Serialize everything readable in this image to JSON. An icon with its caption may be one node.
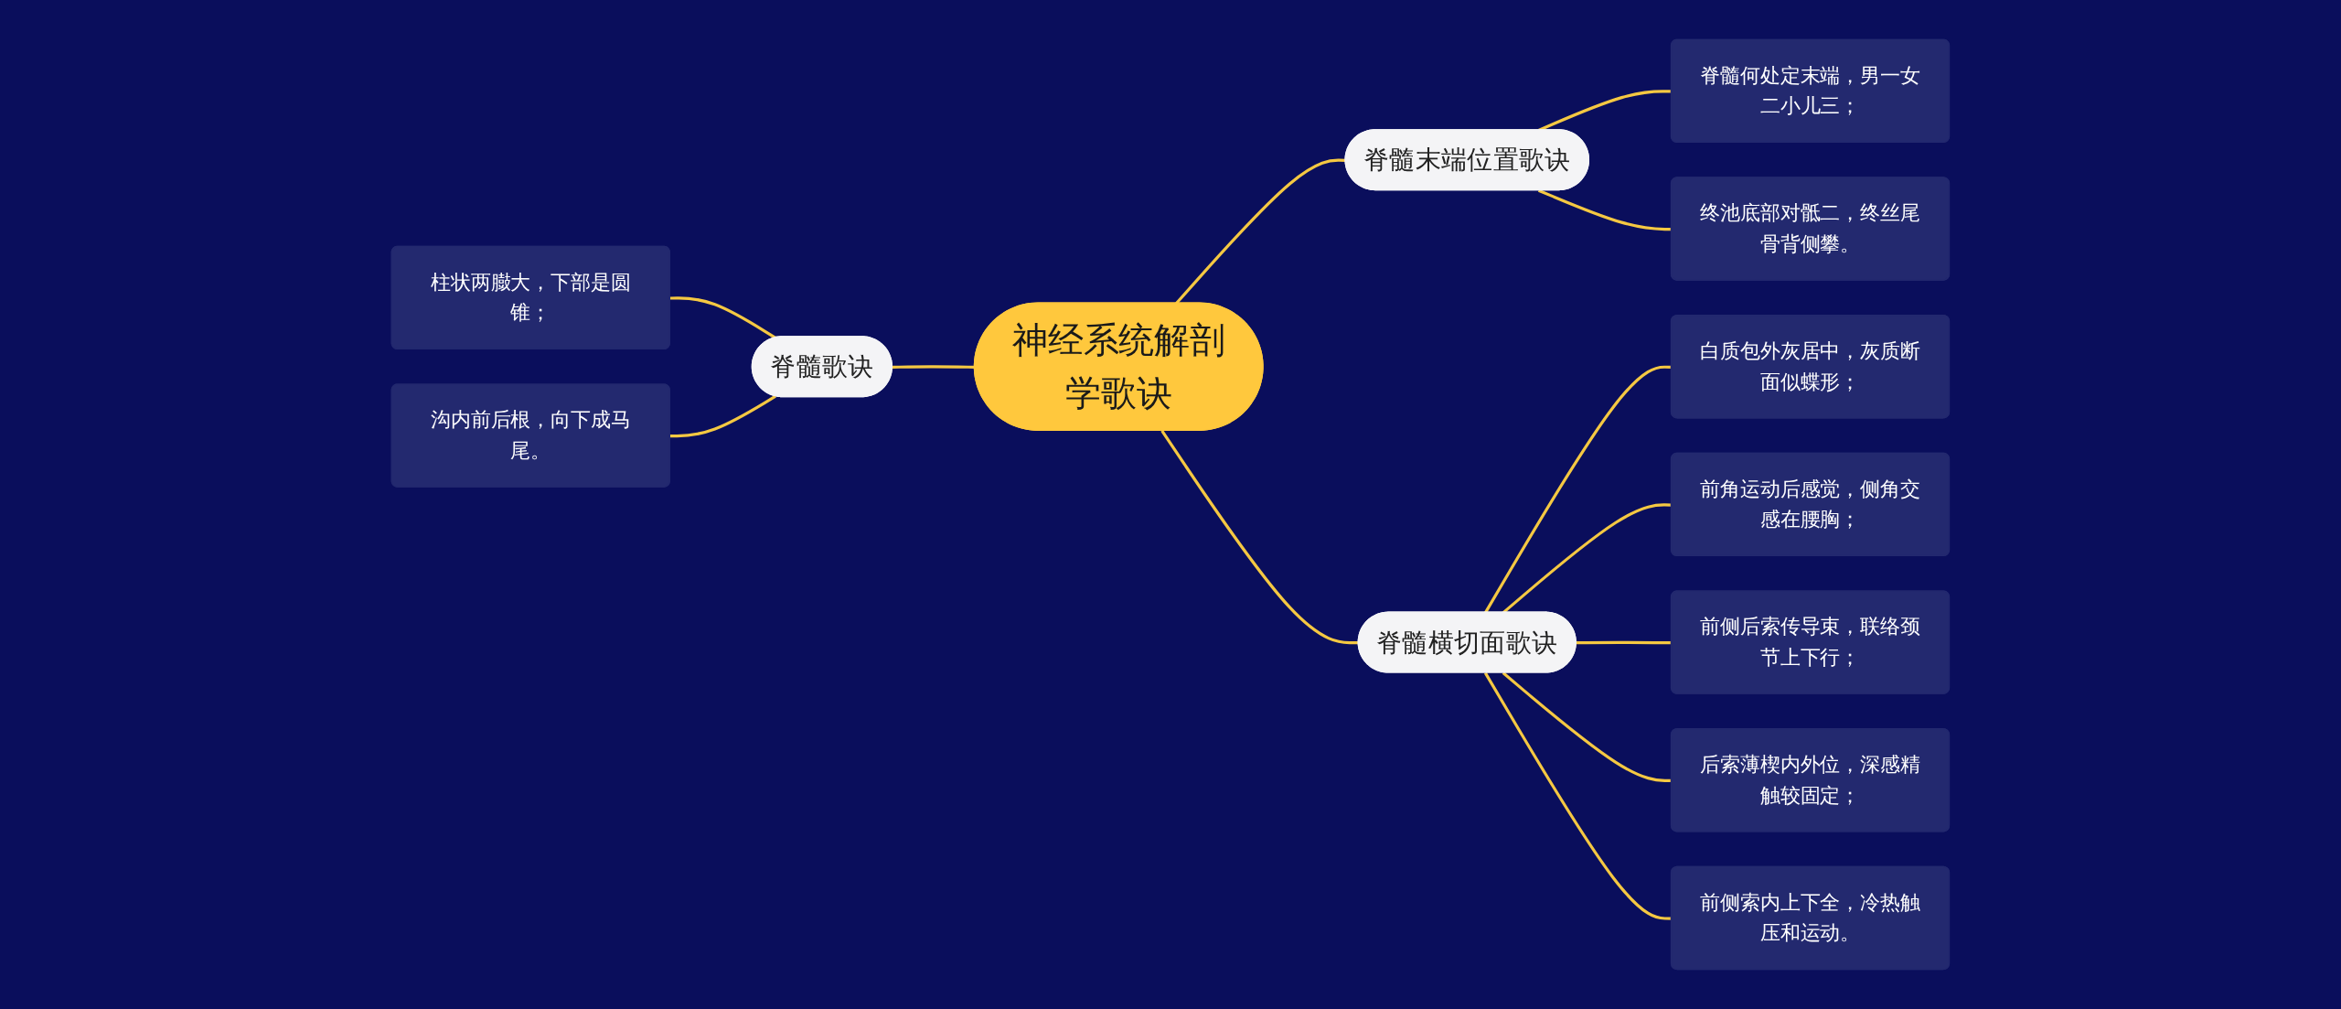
{
  "diagram": {
    "nodes": [
      {
        "text": [
          "神经系统解剖学歌诀"
        ]
      },
      {
        "text": [
          "脊髓歌诀"
        ]
      },
      {
        "text": [
          "柱状两臌大，下部是圆锥；"
        ]
      },
      {
        "text": [
          "沟内前后根，向下成马尾。"
        ]
      },
      {
        "text": [
          "脊髓末端位置歌诀"
        ]
      },
      {
        "text": [
          "脊髓何处定末端，男一女二小儿三；"
        ]
      },
      {
        "text": [
          "终池底部对骶二，终丝尾骨背侧攀。"
        ]
      },
      {
        "text": [
          "脊髓横切面歌诀"
        ]
      },
      {
        "text": [
          "白质包外灰居中，灰质断面似蝶形；"
        ]
      },
      {
        "text": [
          "前角运动后感觉，侧角交感在腰胸；"
        ]
      },
      {
        "text": [
          "前侧后索传导束，联络颈节上下行；"
        ]
      },
      {
        "text": [
          "后索薄楔内外位，深感精触较固定；"
        ]
      },
      {
        "text": [
          "前侧索内上下全，冷热触压和运动。"
        ]
      }
    ],
    "edges": [
      {
        "from": 2,
        "to": 1,
        "arrow": "none"
      },
      {
        "from": 3,
        "to": 1,
        "arrow": "none"
      },
      {
        "from": 1,
        "to": 0,
        "arrow": "none"
      },
      {
        "from": 0,
        "to": 4,
        "arrow": "none"
      },
      {
        "from": 4,
        "to": 5,
        "arrow": "none"
      },
      {
        "from": 4,
        "to": 6,
        "arrow": "none"
      },
      {
        "from": 0,
        "to": 7,
        "arrow": "none"
      },
      {
        "from": 7,
        "to": 8,
        "arrow": "none"
      },
      {
        "from": 7,
        "to": 9,
        "arrow": "none"
      },
      {
        "from": 7,
        "to": 10,
        "arrow": "none"
      },
      {
        "from": 7,
        "to": 11,
        "arrow": "none"
      },
      {
        "from": 7,
        "to": 12,
        "arrow": "none"
      }
    ]
  }
}
